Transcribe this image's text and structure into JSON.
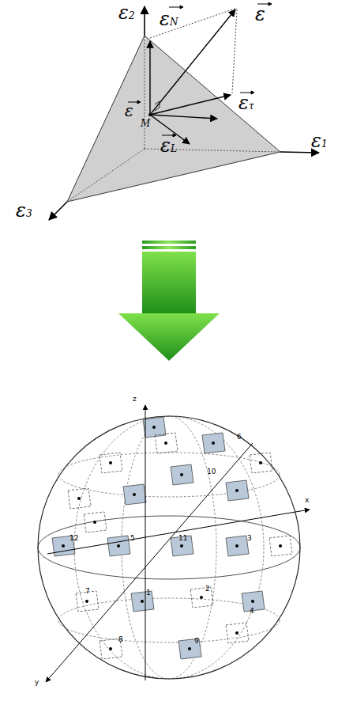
{
  "diagram": {
    "labels": [
      "ε2",
      "εN",
      "ε",
      "ετ",
      "ε1",
      "ε",
      "M",
      "εL",
      "ε3",
      "z",
      "x",
      "y",
      "10",
      "3",
      "4",
      "11",
      "5",
      "1",
      "2",
      "7",
      "6",
      "8",
      "9",
      "12"
    ]
  }
}
